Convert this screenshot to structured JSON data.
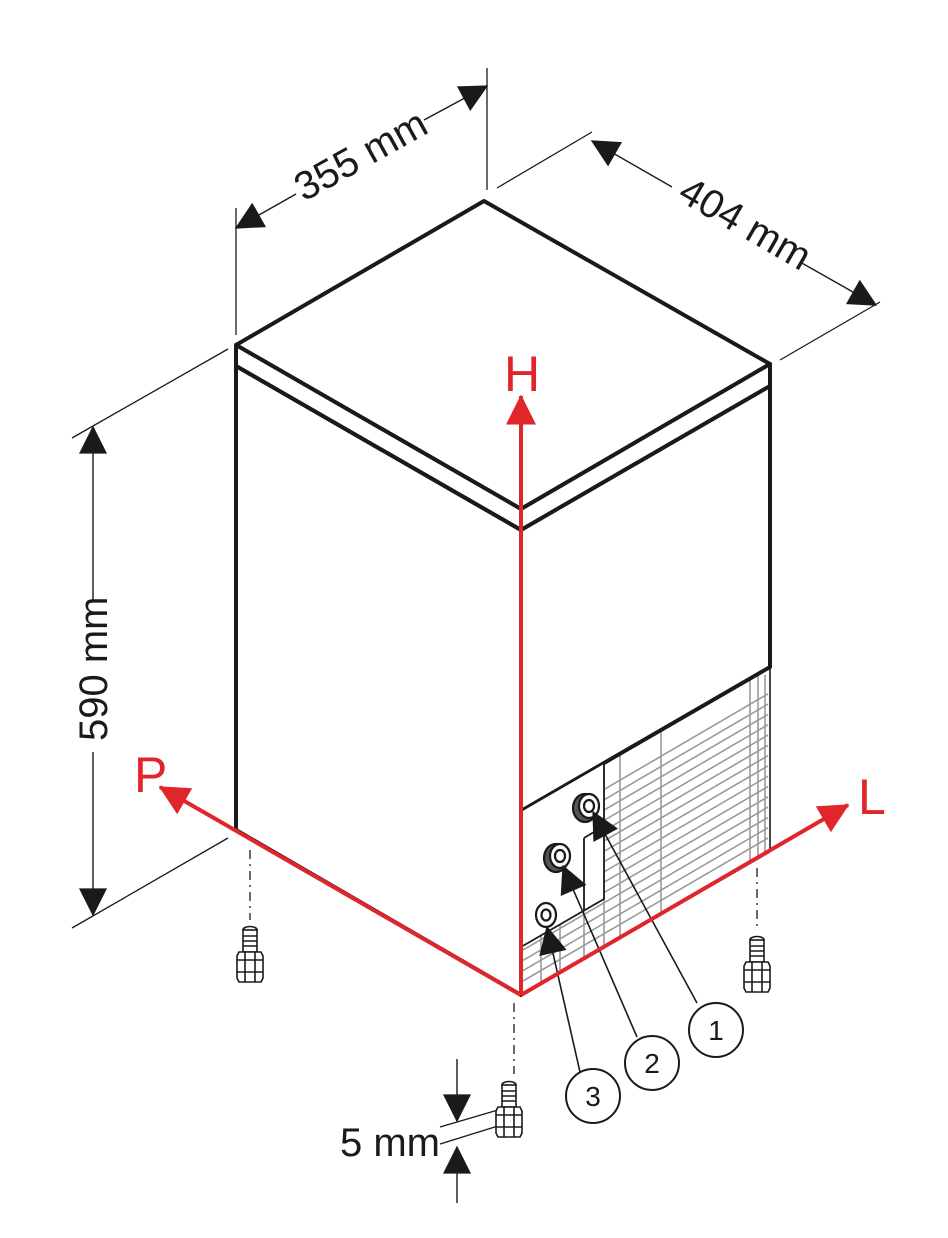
{
  "dimensions": {
    "width": "355 mm",
    "depth": "404 mm",
    "height": "590 mm",
    "foot_adjust": "5 mm"
  },
  "axes": {
    "h": "H",
    "p": "P",
    "l": "L"
  },
  "callouts": [
    "1",
    "2",
    "3"
  ],
  "colors": {
    "axis": "#e0252b",
    "line": "#1a1a1a",
    "grille": "#9a9a9a"
  },
  "icons": [
    "adjustable-foot-icon",
    "water-connector-icon"
  ]
}
